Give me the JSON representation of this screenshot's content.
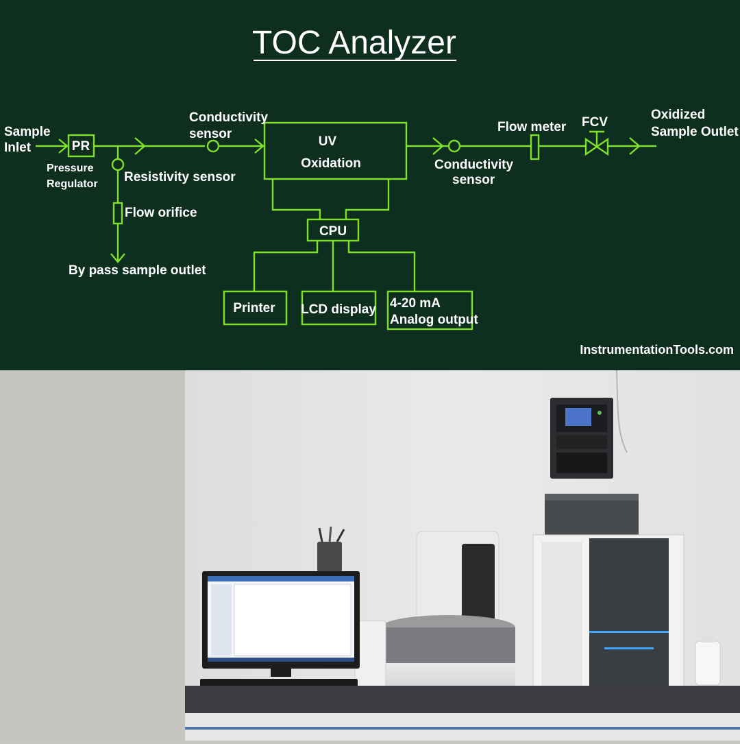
{
  "title": "TOC Analyzer",
  "watermark": "InstrumentationTools.com",
  "colors": {
    "background": "#0e2e1f",
    "line": "#7fe12a",
    "text": "#ffffff"
  },
  "labels": {
    "sample_inlet": [
      "Sample",
      "Inlet"
    ],
    "pr": "PR",
    "pressure_regulator": [
      "Pressure",
      "Regulator"
    ],
    "conductivity_sensor_1": [
      "Conductivity",
      "sensor"
    ],
    "resistivity_sensor": "Resistivity sensor",
    "flow_orifice": "Flow orifice",
    "bypass_outlet": "By pass sample outlet",
    "uv_oxidation": [
      "UV",
      "Oxidation"
    ],
    "conductivity_sensor_2": [
      "Conductivity",
      "sensor"
    ],
    "flow_meter": "Flow meter",
    "fcv": "FCV",
    "oxidized_outlet": [
      "Oxidized",
      "Sample Outlet"
    ],
    "cpu": "CPU",
    "printer": "Printer",
    "lcd_display": "LCD display",
    "analog_output": [
      "4-20 mA",
      "Analog output"
    ]
  }
}
